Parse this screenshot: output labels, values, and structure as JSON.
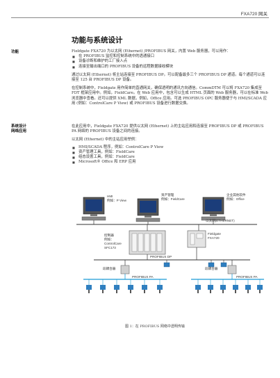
{
  "header": {
    "title": "FXA720 网关"
  },
  "section": {
    "title": "功能与系统设计"
  },
  "function": {
    "label": "功能",
    "intro": "Fieldgate FXA720 为以太网 (Ethernet) /PROFIBUS 网关，内置 Web 服务器，可以用作：",
    "bullets": [
      "在 PROFIBUS 监控和控制系统中的透通接口",
      "设备诊断和维护的工厂接入点",
      "连接至输出端口的 PROFIBUS 设备的远程数据接收模块"
    ],
    "para2": "通过以太网 (Ethernet) 将主站连接至 PROFIBUS DP。可以配备最多三个 PROFIBUS DP 通道。每个通道可以连接至 125 台 PROFIBUS DP 设备。",
    "para3": "在控制系统中，Fieldgate 用作简单的直通网关，确保透明的通讯方向通信。CommDTM 可以将 FXA720 集成至 FDT 框架应用中。例如，FieldCare。在 Web 应用中，包含可以生成 HTML 页面的 Web 服务器，可以在标准 Web 浏览器中查看。还可以提供 XML 数据，例如，Office 应用。可选 PROFIBUS OPC 服务器便于与 HMI/SCADA 应用 (例如：ControlCare P View) 或 PROFIBUS 设备进行数据交换。"
  },
  "system": {
    "label_line1": "系统设计",
    "label_line2": "网络应用",
    "para1": "在此应用中，Fieldgate FXA720 提供以太网 (Ethernet) 上的主站应用和连接至 PROFIBUS DP 或 PROFIBUS PA 网络的 PROFIBUS 设备之间的连接。",
    "para2": "以太网 (Ethernet) 中的主站应用举例：",
    "bullets": [
      "HMI/SCADA 程序，例如：ControlCare P View",
      "资产管理工具，例如：FieldCare",
      "组态设置工具，例如：FieldCare",
      "Microsoft® Office 和 ERP 应用"
    ]
  },
  "diagram": {
    "hmi": [
      "HMI",
      "例如：P View"
    ],
    "asset": [
      "资产管理",
      "例如：FieldCare"
    ],
    "enterprise": [
      "企业其他软件",
      "例如：Office"
    ],
    "ethernet": "以太网(ETHERNET)",
    "controller": [
      "控制器",
      "例如：",
      "ControlCare",
      "SFC173"
    ],
    "fieldgate": [
      "Fieldgate",
      "FXA720"
    ],
    "profibus_dp": "PROFIBUS DP",
    "segment_coupler_left": "段耦合器",
    "segment_coupler_right": "段耦合器",
    "profibus_pa_left": "PROFIBUS PA",
    "profibus_pa_right": "PROFIBUS PA"
  },
  "figure": {
    "caption": "图 1：在 PROFIBUS 网络中透明传输"
  },
  "colors": {
    "pa_bus": "#1a9ad6",
    "dp_bus": "#333333",
    "device_blue": "#2f7fc0"
  }
}
